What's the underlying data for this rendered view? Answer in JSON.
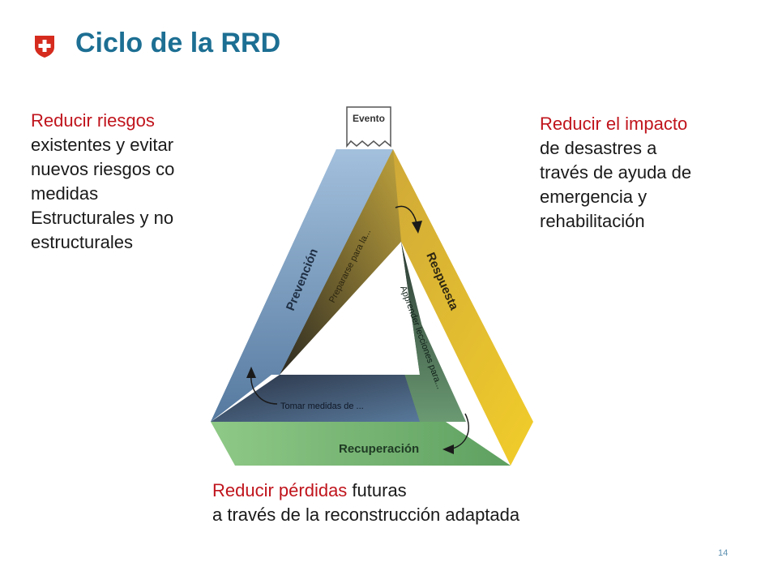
{
  "header": {
    "title": "Ciclo de la RRD"
  },
  "left_text": {
    "highlight": "Reducir riesgos",
    "lines": [
      "existentes y evitar",
      "nuevos riesgos co",
      "medidas",
      "Estructurales y no",
      "estructurales"
    ]
  },
  "right_text": {
    "highlight": "Reducir el impacto",
    "lines": [
      "de desastres a",
      "través de ayuda de",
      "emergencia  y",
      "rehabilitación"
    ]
  },
  "bottom_text": {
    "highlight": "Reducir pérdidas",
    "rest_line1": " futuras",
    "line2": "a través de la reconstrucción adaptada"
  },
  "diagram": {
    "event_label": "Evento",
    "side_labels": {
      "prevention": "Prevención",
      "response": "Respuesta",
      "recovery": "Recuperación"
    },
    "inner_labels": {
      "prepare": "Prepararse para la...",
      "learn": "Apprender lecciones para...",
      "measures": "Tomar medidas de ..."
    },
    "colors": {
      "blue": "#6f95bd",
      "gold": "#e6b820",
      "green": "#7dbb6e"
    }
  },
  "footer": {
    "page_number": "14"
  }
}
